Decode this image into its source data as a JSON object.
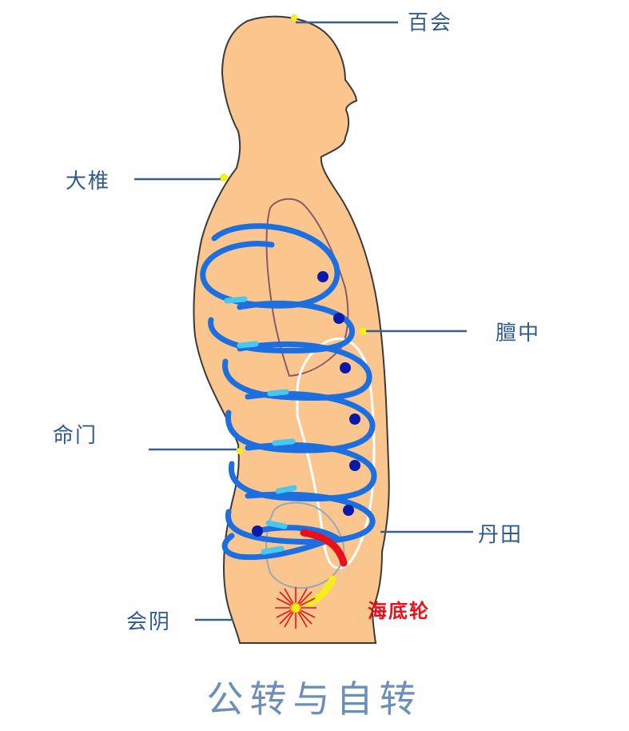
{
  "labels": {
    "baihui": "百会",
    "dazhui": "大椎",
    "tanzhong": "膻中",
    "mingmen": "命门",
    "dantian": "丹田",
    "huiyin": "会阴",
    "haidilun": "海底轮"
  },
  "caption": "公转与自转",
  "colors": {
    "skin": "#fbc68d",
    "outline": "#3a3a3a",
    "coil": "#1c6fe0",
    "coil_dark": "#0a1aa8",
    "coil_light": "#48c8f0",
    "point": "#f4ef1a",
    "root_red": "#e8101a",
    "leader": "#3a5f8a"
  }
}
